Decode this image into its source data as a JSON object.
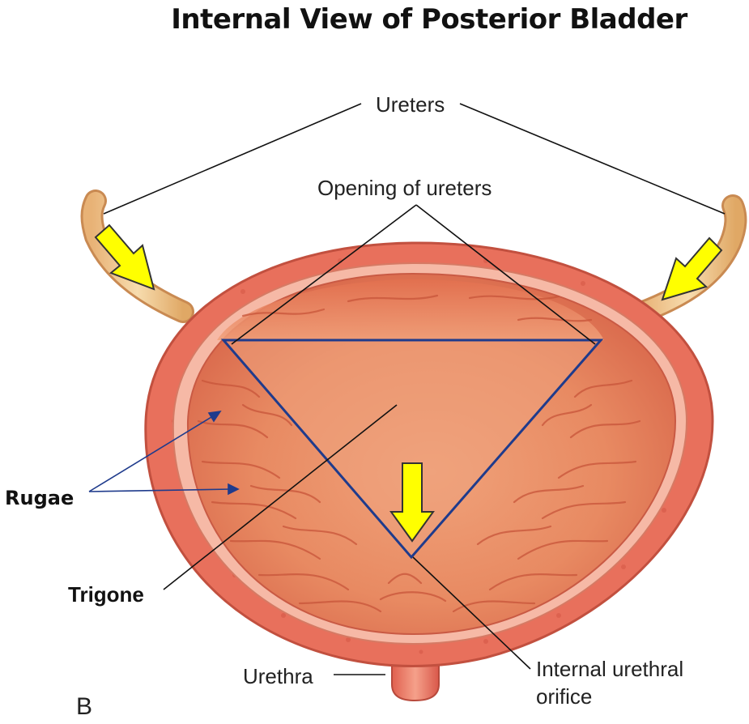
{
  "title": "Internal View of Posterior Bladder",
  "labels": {
    "ureters": "Ureters",
    "opening_of_ureters": "Opening of ureters",
    "rugae": "Rugae",
    "trigone": "Trigone",
    "urethra": "Urethra",
    "internal_urethral_line1": "Internal urethral",
    "internal_urethral_line2": "orifice",
    "figure_letter": "B"
  },
  "colors": {
    "outer_wall": "#e8705c",
    "wall_rim": "#f6b9a6",
    "interior": "#e98a62",
    "ureter": "#f2cf9a",
    "trigone_outline": "#1f3b8c",
    "flow_arrow_fill": "#ffff00",
    "leader_line": "#111111",
    "rugae_arrow": "#1f3b8c"
  }
}
